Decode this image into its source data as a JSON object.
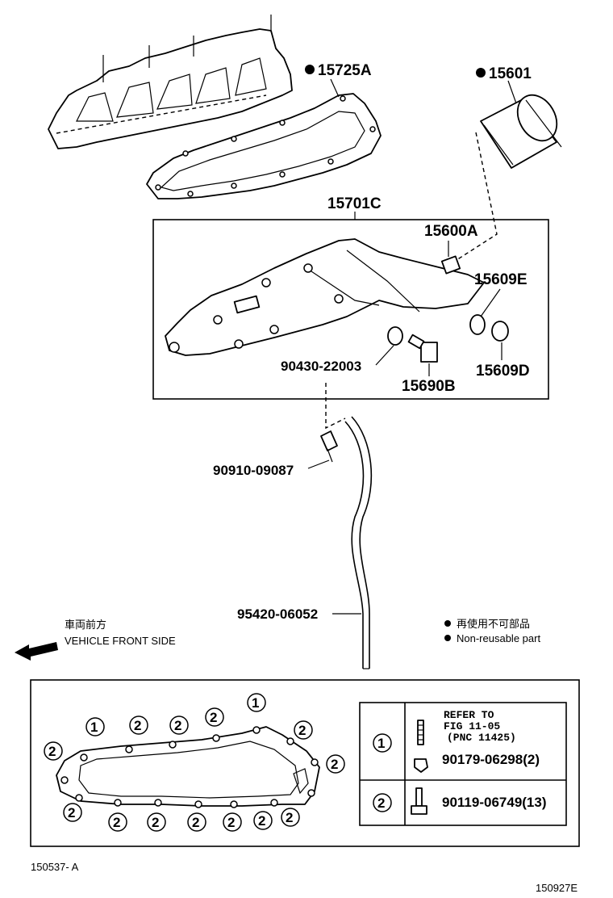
{
  "parts": {
    "p15725A": "15725A",
    "p15601": "15601",
    "p15701C": "15701C",
    "p15600A": "15600A",
    "p15609E": "15609E",
    "p15609D": "15609D",
    "p90430": "90430-22003",
    "p15690B": "15690B",
    "p90910": "90910-09087",
    "p95420": "95420-06052"
  },
  "direction": {
    "jp": "車両前方",
    "en": "VEHICLE FRONT SIDE"
  },
  "legend": {
    "jp": "再使用不可部品",
    "en": "Non-reusable part"
  },
  "table": {
    "row1": {
      "num": "1",
      "refer1": "REFER TO",
      "refer2": "FIG  11-05",
      "refer3": "(PNC  11425)",
      "part": "90179-06298(2)"
    },
    "row2": {
      "num": "2",
      "part": "90119-06749(13)"
    }
  },
  "callouts": {
    "c1": "1",
    "c2": "2"
  },
  "footer": {
    "left": "150537- A",
    "right": "150927E"
  }
}
